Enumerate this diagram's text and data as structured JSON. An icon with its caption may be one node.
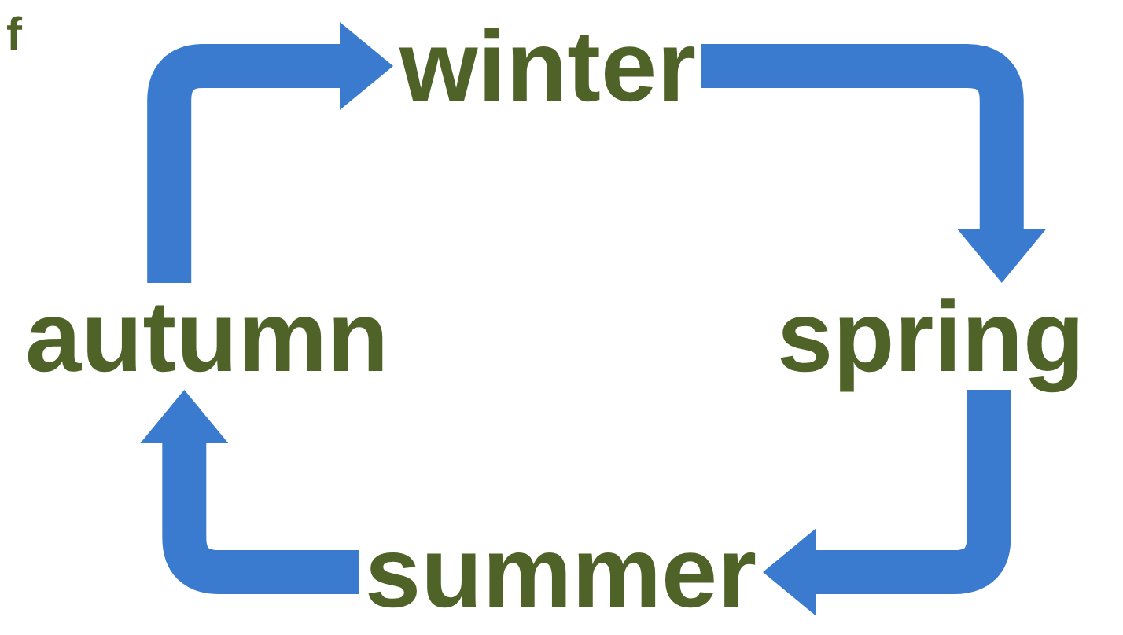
{
  "diagram": {
    "nodes": [
      {
        "text": [
          "winter"
        ]
      },
      {
        "text": [
          "spring"
        ]
      },
      {
        "text": [
          "summer"
        ]
      },
      {
        "text": [
          "autumn"
        ]
      }
    ],
    "edges": [
      {
        "from": 3,
        "to": 0,
        "arrow": "to"
      },
      {
        "from": 0,
        "to": 1,
        "arrow": "to"
      },
      {
        "from": 1,
        "to": 2,
        "arrow": "to"
      },
      {
        "from": 2,
        "to": 3,
        "arrow": "to"
      }
    ],
    "labels": [
      "f"
    ]
  }
}
